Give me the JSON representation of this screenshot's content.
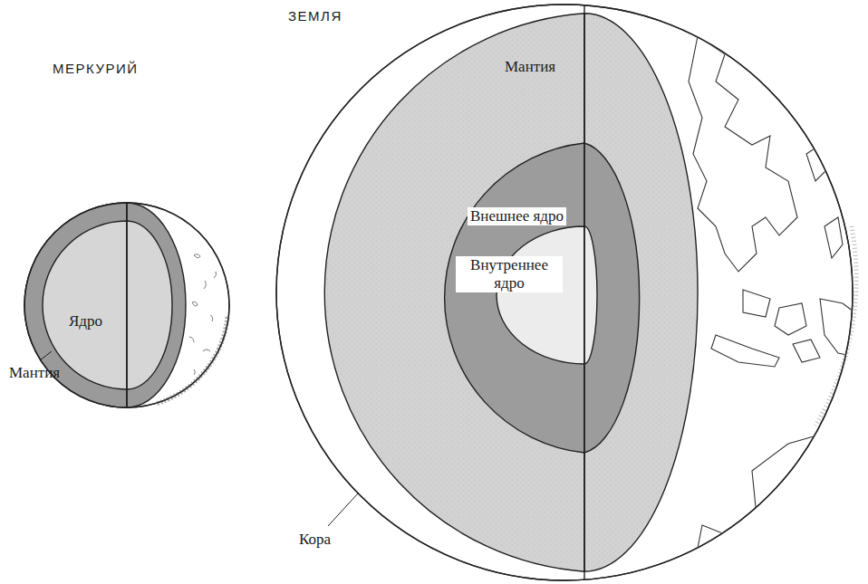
{
  "diagram": {
    "nodes": [
      {
        "text": [
          "МЕРКУРИЙ"
        ]
      },
      {
        "text": [
          "Ядро"
        ],
        "in": 0
      },
      {
        "text": [
          "ЗЕМЛЯ"
        ]
      },
      {
        "text": [
          "Мантия"
        ],
        "in": 2
      },
      {
        "text": [
          "Внешнее ядро"
        ],
        "in": 3
      },
      {
        "text": [
          "Внутреннее ядро"
        ],
        "in": 4
      }
    ],
    "labels": [
      "Мантия",
      "Кора"
    ]
  }
}
